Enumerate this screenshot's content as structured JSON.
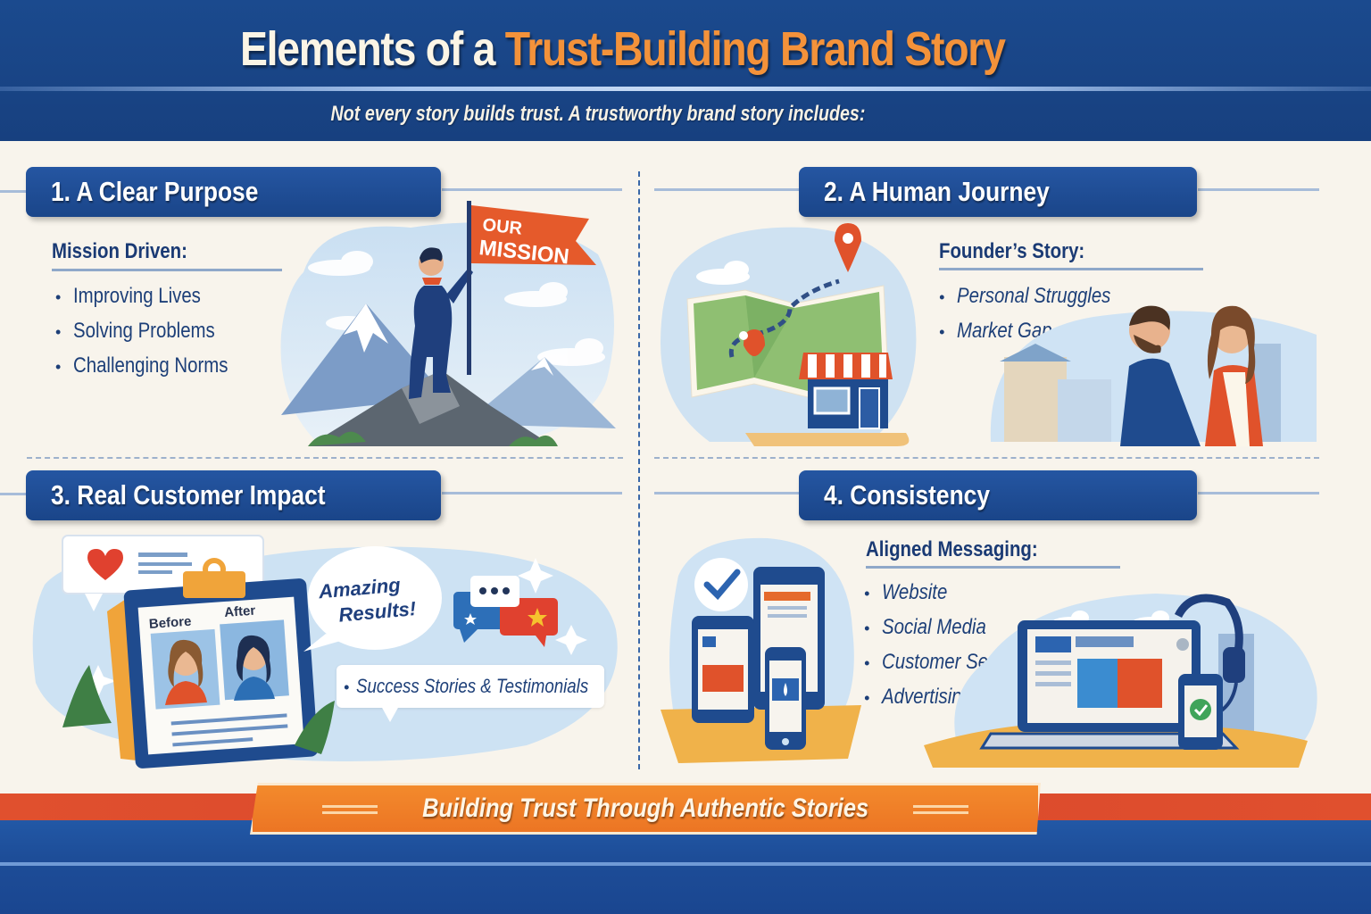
{
  "header": {
    "title_part1": "Elements of a ",
    "title_part2": "Trust-Building Brand Story",
    "subtitle": "Not every story builds trust. A trustworthy brand story includes:"
  },
  "sections": [
    {
      "number": "1",
      "title": "1. A Clear Purpose",
      "subheading": "Mission Driven:",
      "bullets": [
        "Improving Lives",
        "Solving Problems",
        "Challenging Norms"
      ],
      "illustration": {
        "description": "person on mountain peak holding flag",
        "flag_text_line1": "OUR",
        "flag_text_line2": "MISSION"
      }
    },
    {
      "number": "2",
      "title": "2. A Human Journey",
      "subheading": "Founder’s Story:",
      "bullets": [
        "Personal Struggles",
        "Market Gap"
      ],
      "illustration": {
        "description": "map with location pins, storefront, two founders"
      }
    },
    {
      "number": "3",
      "title": "3. Real Customer Impact",
      "illustration": {
        "before_label": "Before",
        "after_label": "After",
        "speech_bubble": "Amazing Results!",
        "speech_line1": "Amazing",
        "speech_line2": "Results!"
      },
      "bullets": [
        "Success Stories & Testimonials"
      ]
    },
    {
      "number": "4",
      "title": "4. Consistency",
      "subheading": "Aligned Messaging:",
      "bullets": [
        "Website",
        "Social Media",
        "Customer Service",
        "Advertising"
      ],
      "illustration": {
        "description": "tablet, phones, laptop with headset and checkmarks"
      }
    }
  ],
  "footer": {
    "banner": "Building Trust Through Authentic Stories"
  },
  "colors": {
    "navy": "#1a4589",
    "orange": "#f3923a",
    "red": "#e0502e",
    "cream": "#f8f4ec",
    "text_dark_blue": "#1d3f78"
  }
}
